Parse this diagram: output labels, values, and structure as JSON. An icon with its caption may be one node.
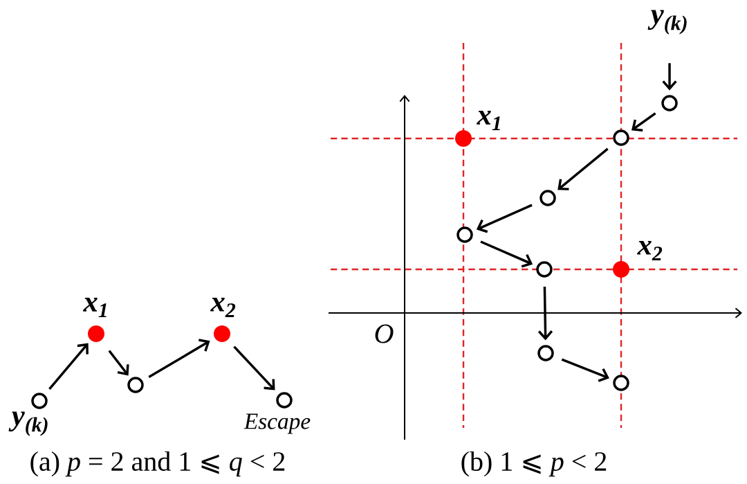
{
  "diagram": {
    "nodes": [
      {
        "text": [],
        "shape": "circle",
        "beside": [
          "y$_{(k)}$"
        ]
      },
      {
        "text": [],
        "shape": "circle",
        "beside": [
          "x$_{1}$"
        ]
      },
      {
        "text": [],
        "shape": "circle"
      },
      {
        "text": [],
        "shape": "circle",
        "beside": [
          "x$_{2}$"
        ]
      },
      {
        "text": [],
        "shape": "circle",
        "beside": [
          "Escape"
        ]
      },
      {
        "text": [
          "y$_{(k)}$"
        ]
      },
      {
        "text": [],
        "shape": "circle"
      },
      {
        "text": [],
        "shape": "circle",
        "beside": [
          "x$_{1}$"
        ]
      },
      {
        "text": [],
        "shape": "circle"
      },
      {
        "text": [],
        "shape": "circle"
      },
      {
        "text": [],
        "shape": "circle"
      },
      {
        "text": [],
        "shape": "circle"
      },
      {
        "text": [],
        "shape": "circle",
        "beside": [
          "x$_{2}$"
        ]
      },
      {
        "text": [],
        "shape": "circle"
      },
      {
        "text": [],
        "shape": "circle"
      }
    ],
    "edges": [
      {
        "from": 0,
        "to": 1,
        "arrow": "to"
      },
      {
        "from": 1,
        "to": 2,
        "arrow": "to"
      },
      {
        "from": 2,
        "to": 3,
        "arrow": "to"
      },
      {
        "from": 3,
        "to": 4,
        "arrow": "to"
      },
      {
        "from": 5,
        "to": 6,
        "arrow": "to"
      },
      {
        "from": 6,
        "to": 8,
        "arrow": "to"
      },
      {
        "from": 8,
        "to": 9,
        "arrow": "to"
      },
      {
        "from": 9,
        "to": 10,
        "arrow": "to"
      },
      {
        "from": 10,
        "to": 11,
        "arrow": "to"
      },
      {
        "from": 11,
        "to": 13,
        "arrow": "to"
      },
      {
        "from": 13,
        "to": 14,
        "arrow": "to"
      }
    ],
    "labels": [
      "O",
      "(a) *p* = 2 and 1 ⩽ *q* < 2",
      "(b) 1 ⩽ *p* < 2"
    ]
  }
}
